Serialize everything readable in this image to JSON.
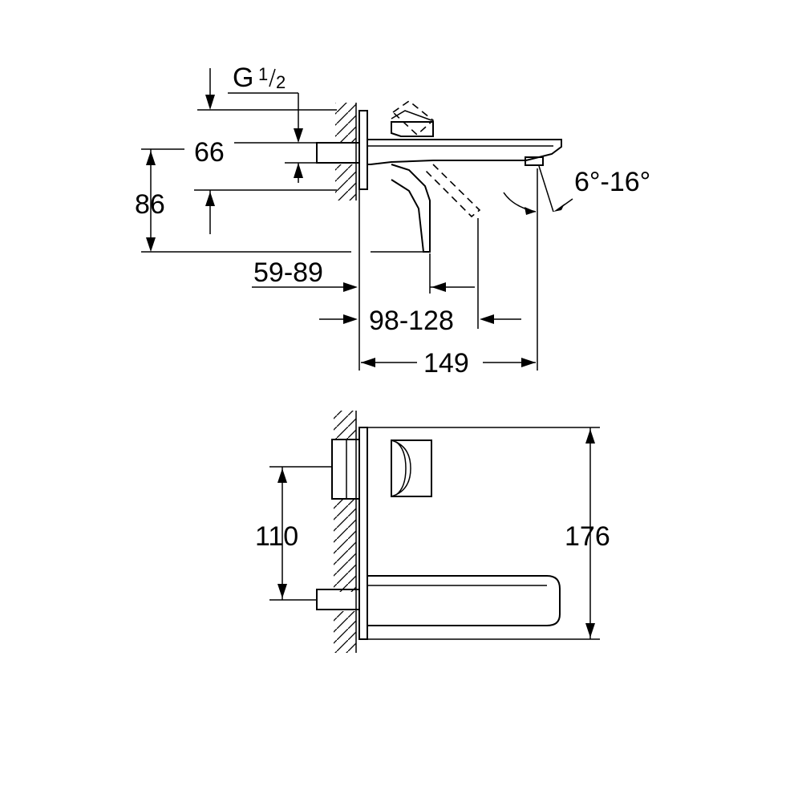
{
  "side_view": {
    "thread_main": "G",
    "thread_num": "1",
    "thread_den": "2",
    "dim_66": "66",
    "dim_86": "86",
    "dim_59_89": "59-89",
    "dim_98_128": "98-128",
    "dim_149": "149",
    "angle": "6°-16°"
  },
  "top_view": {
    "dim_110": "110",
    "dim_176": "176"
  }
}
